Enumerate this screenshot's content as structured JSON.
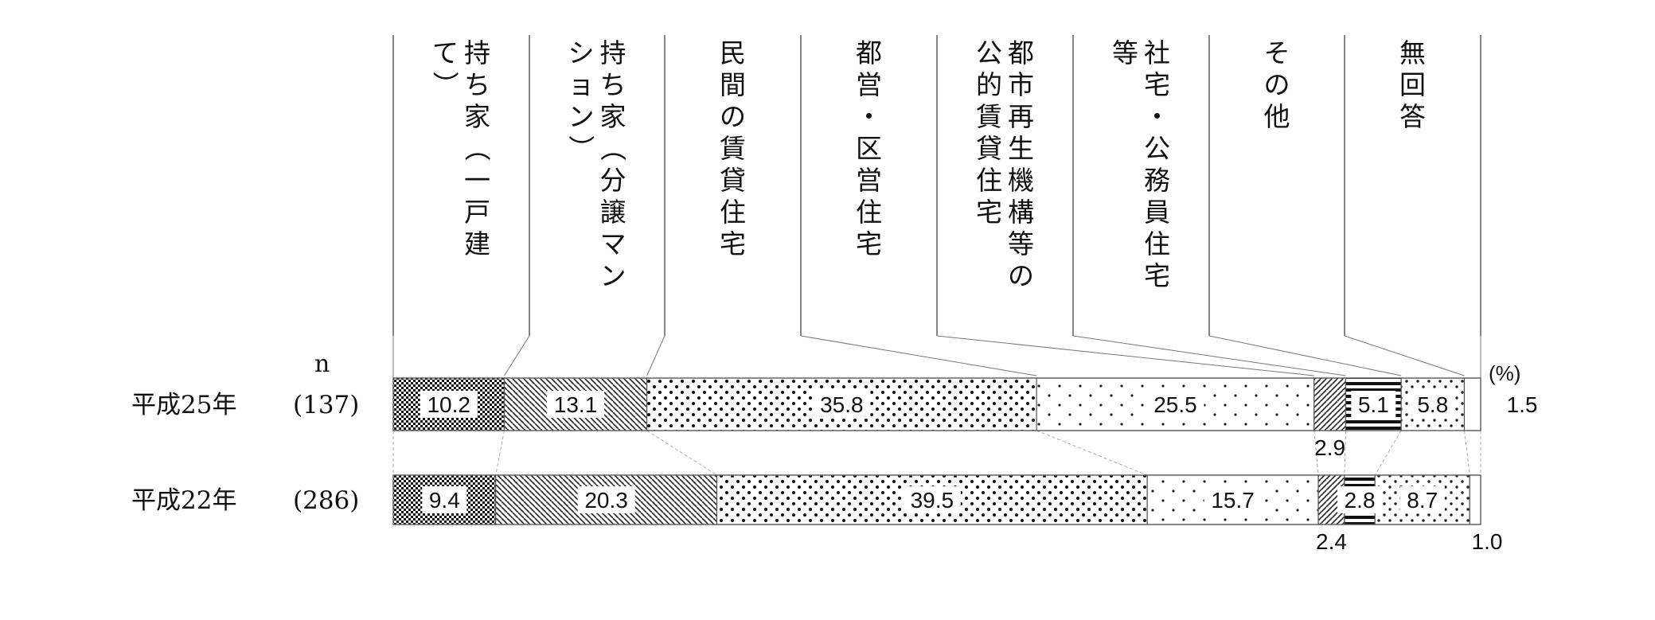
{
  "chart_data": {
    "type": "bar",
    "orientation": "horizontal-stacked-100",
    "n_header": "n",
    "unit": "(%)",
    "categories": [
      "持ち家（一戸建て）",
      "持ち家（分譲マンション）",
      "民間の賃貸住宅",
      "都営・区営住宅",
      "都市再生機構等の公的賃貸住宅",
      "社宅・公務員住宅等",
      "その他",
      "無回答"
    ],
    "category_columns": [
      [
        "持ち家（一戸建",
        "て）"
      ],
      [
        "持ち家（分譲マン",
        "ション）"
      ],
      [
        "民間の賃貸住宅"
      ],
      [
        "都営・区営住宅"
      ],
      [
        "都市再生機構等の",
        "公的賃貸住宅"
      ],
      [
        "社宅・公務員住宅",
        "等"
      ],
      [
        "その他"
      ],
      [
        "無回答"
      ]
    ],
    "series": [
      {
        "label": "平成25年",
        "n": "(137)",
        "values": [
          10.2,
          13.1,
          35.8,
          25.5,
          2.9,
          5.1,
          5.8,
          1.5
        ]
      },
      {
        "label": "平成22年",
        "n": "(286)",
        "values": [
          9.4,
          20.3,
          39.5,
          15.7,
          2.4,
          2.8,
          8.7,
          1.0
        ]
      }
    ],
    "patterns": [
      "checker",
      "diag-back",
      "dots-dense",
      "dots-sparse",
      "diag-fwd",
      "hlines",
      "dots-medium",
      "blank"
    ],
    "xlim": [
      0,
      100
    ]
  }
}
